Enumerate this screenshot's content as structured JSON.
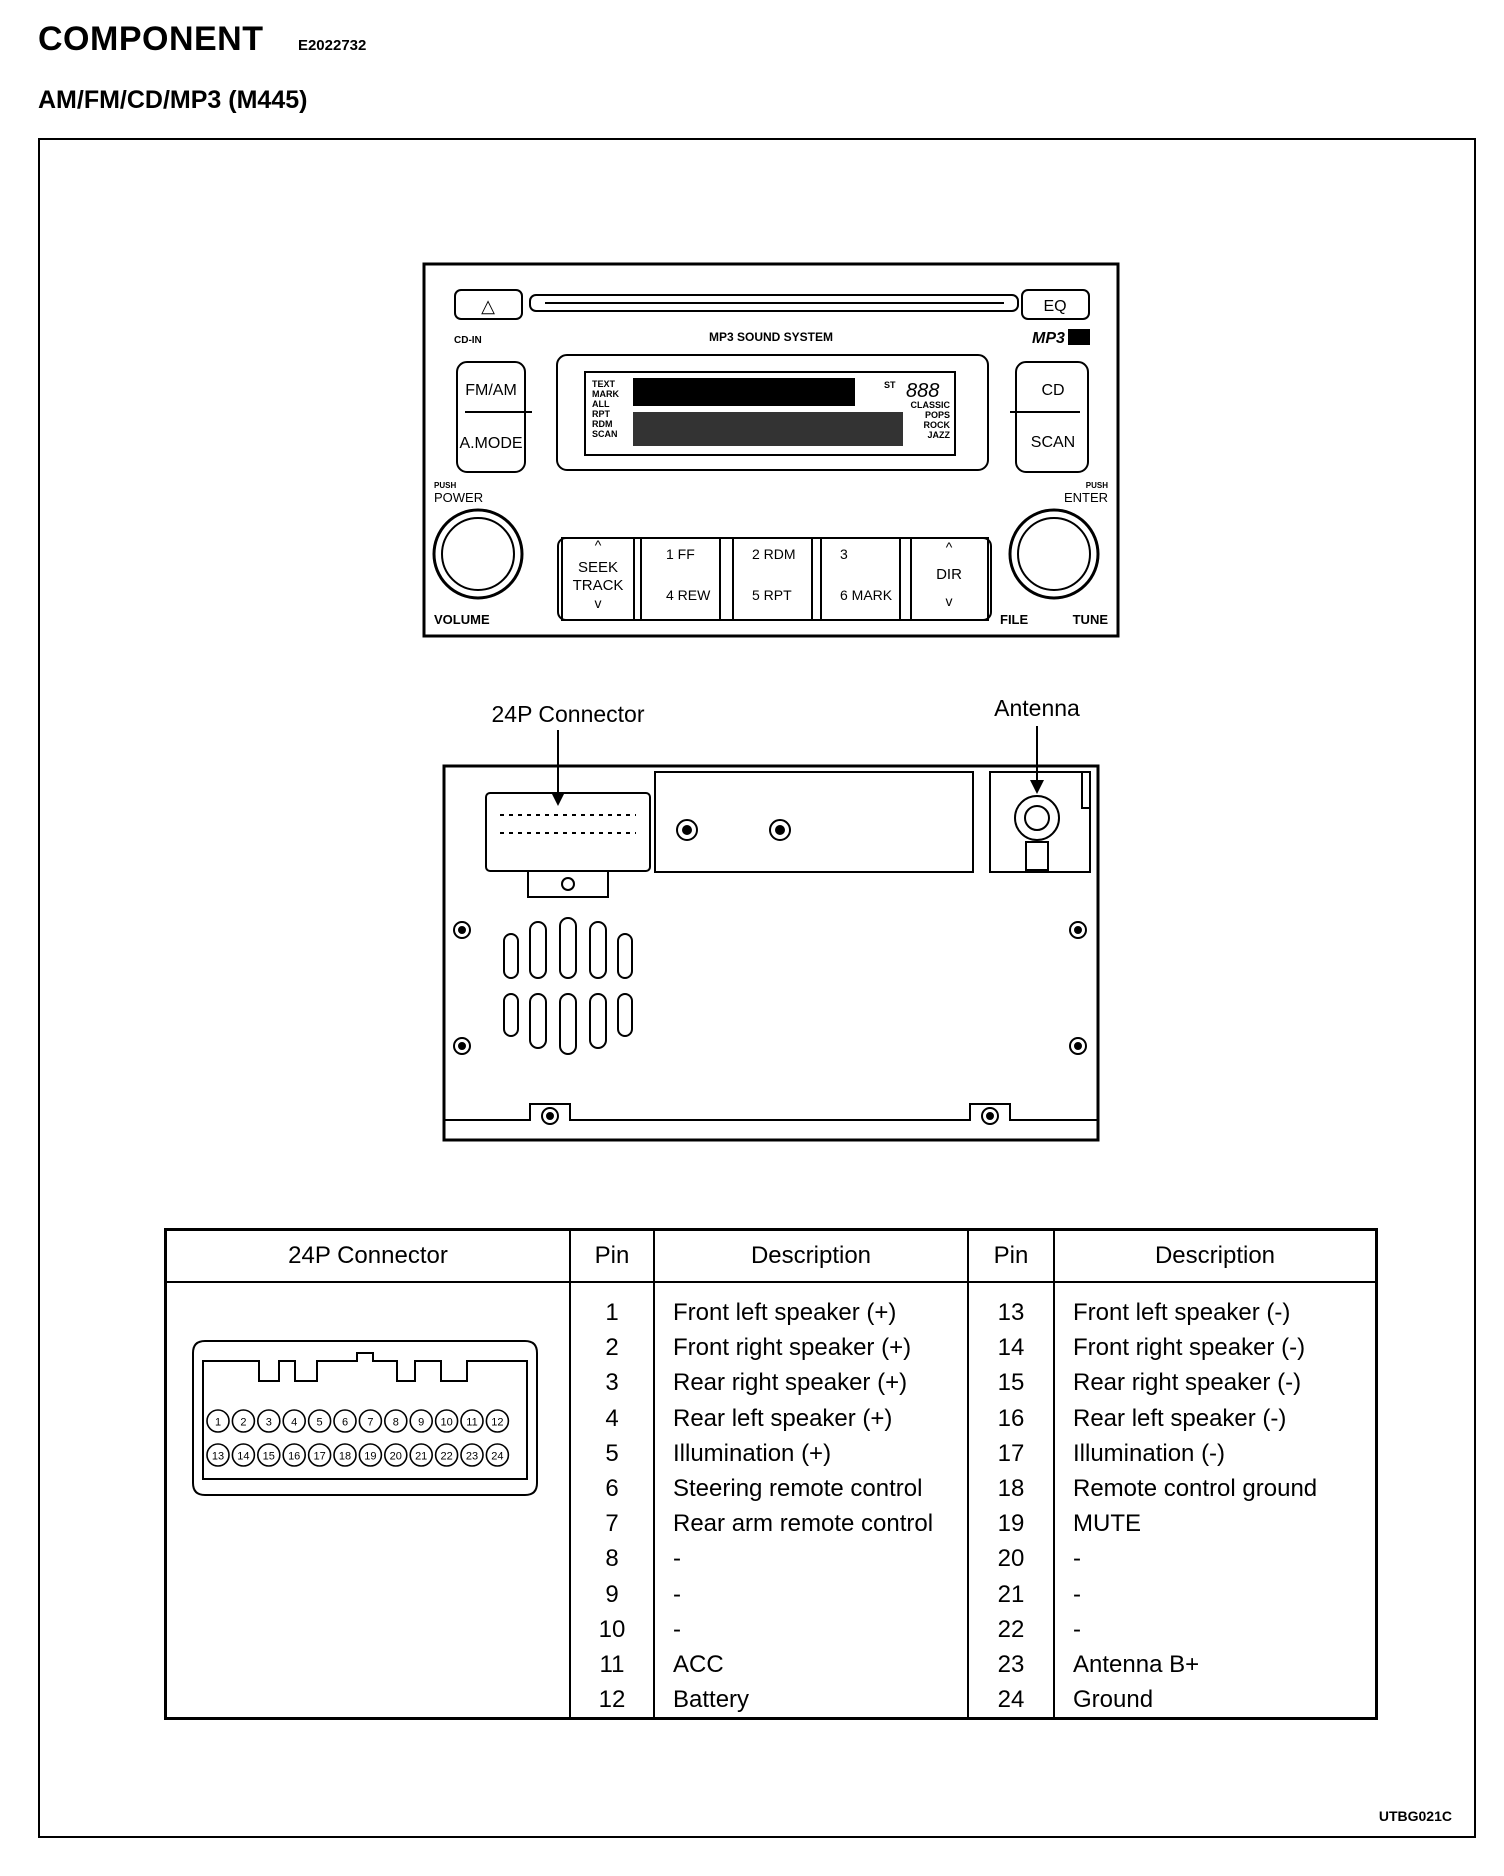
{
  "header": {
    "title": "COMPONENT",
    "code": "E2022732"
  },
  "subtitle": "AM/FM/CD/MP3 (M445)",
  "footer_code": "UTBG021C",
  "front_panel": {
    "eject_symbol": "△",
    "eq": "EQ",
    "cd_in": "CD-IN",
    "sound_system": "MP3 SOUND SYSTEM",
    "mp3_logo": "MP3",
    "fm_am": "FM/AM",
    "a_mode": "A.MODE",
    "cd": "CD",
    "scan": "SCAN",
    "display_left": [
      "TEXT",
      "MARK",
      "ALL",
      "RPT",
      "RDM",
      "SCAN"
    ],
    "display_right": [
      "CLASSIC",
      "POPS",
      "ROCK",
      "JAZZ"
    ],
    "display_st": "ST",
    "display_digits": "888",
    "push_power": "PUSH",
    "power": "POWER",
    "volume": "VOLUME",
    "push_enter": "PUSH",
    "enter": "ENTER",
    "file": "FILE",
    "tune": "TUNE",
    "seek": "SEEK",
    "track": "TRACK",
    "preset_top": [
      "1 FF",
      "2 RDM",
      "3"
    ],
    "preset_bottom": [
      "4 REW",
      "5 RPT",
      "6 MARK"
    ],
    "dir": "DIR"
  },
  "rear_panel": {
    "connector_label": "24P Connector",
    "antenna_label": "Antenna"
  },
  "table": {
    "headers": [
      "24P Connector",
      "Pin",
      "Description",
      "Pin",
      "Description"
    ],
    "left_pins": [
      "1",
      "2",
      "3",
      "4",
      "5",
      "6",
      "7",
      "8",
      "9",
      "10",
      "11",
      "12"
    ],
    "left_desc": [
      "Front left speaker (+)",
      "Front right speaker (+)",
      "Rear right speaker (+)",
      "Rear left speaker (+)",
      "Illumination (+)",
      "Steering remote control",
      "Rear arm remote control",
      "-",
      "-",
      "-",
      "ACC",
      "Battery"
    ],
    "right_pins": [
      "13",
      "14",
      "15",
      "16",
      "17",
      "18",
      "19",
      "20",
      "21",
      "22",
      "23",
      "24"
    ],
    "right_desc": [
      "Front left speaker (-)",
      "Front right speaker (-)",
      "Rear right speaker (-)",
      "Rear left speaker (-)",
      "Illumination (-)",
      "Remote control ground",
      "MUTE",
      "-",
      "-",
      "-",
      "Antenna B+",
      "Ground"
    ],
    "connector_pins_top": [
      "1",
      "2",
      "3",
      "4",
      "5",
      "6",
      "7",
      "8",
      "9",
      "10",
      "11",
      "12"
    ],
    "connector_pins_bottom": [
      "13",
      "14",
      "15",
      "16",
      "17",
      "18",
      "19",
      "20",
      "21",
      "22",
      "23",
      "24"
    ]
  }
}
